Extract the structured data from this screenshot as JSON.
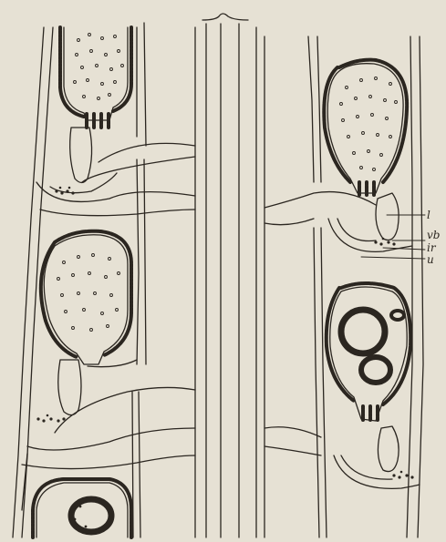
{
  "figure": {
    "labels": [
      {
        "id": "l",
        "text": "l"
      },
      {
        "id": "vb",
        "text": "vb"
      },
      {
        "id": "ir",
        "text": "ir"
      },
      {
        "id": "u",
        "text": "u"
      }
    ],
    "colors": {
      "paper": "#e6e1d4",
      "ink": "#2b2620"
    }
  }
}
